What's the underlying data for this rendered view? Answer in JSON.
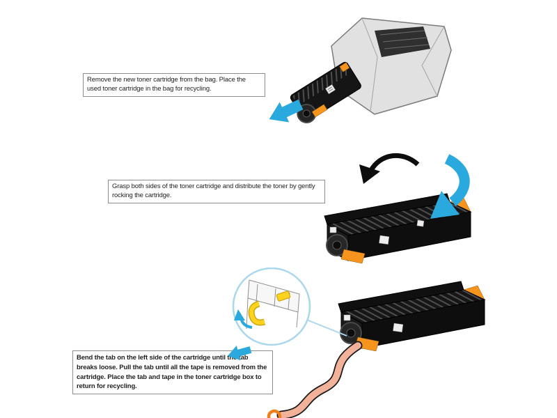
{
  "steps": [
    {
      "instruction": "Remove the new toner cartridge from the bag. Place the used toner cartridge in the bag for recycling."
    },
    {
      "instruction": "Grasp both sides of the toner cartridge and distribute the toner by gently rocking the cartridge."
    },
    {
      "instruction": "Bend the tab on the left side of the cartridge until the tab breaks loose. Pull the tab until all the tape is removed from the cartridge. Place the tab and tape in the toner cartridge box to return for recycling."
    }
  ],
  "colors": {
    "arrow_blue": "#2aa9df",
    "accent_orange": "#f7941d",
    "tab_yellow": "#ffd21e",
    "tape_salmon": "#f2b29a",
    "cartridge_black": "#141414",
    "box_border": "#8d8d8d",
    "magnifier_ring": "#aad7ec"
  }
}
